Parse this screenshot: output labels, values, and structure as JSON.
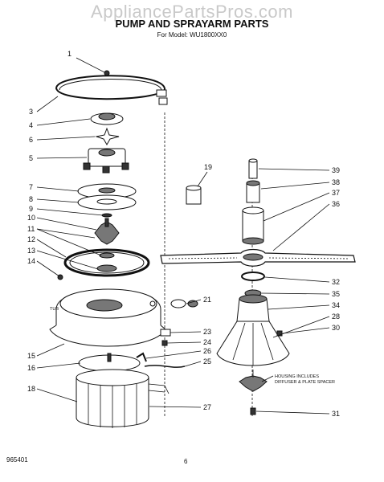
{
  "header": {
    "watermark": "AppliancePartsPros.com",
    "title": "PUMP AND SPRAYARM PARTS",
    "model": "For Model: WU1800XX0"
  },
  "labels": {
    "n1": "1",
    "n3": "3",
    "n4": "4",
    "n5": "5",
    "n6": "6",
    "n7": "7",
    "n8": "8",
    "n9": "9",
    "n10": "10",
    "n11": "11",
    "n12": "12",
    "n13": "13",
    "n14": "14",
    "n15": "15",
    "n16": "16",
    "n18": "18",
    "n19": "19",
    "n21": "21",
    "n23": "23",
    "n24": "24",
    "n25": "25",
    "n26": "26",
    "n27": "27",
    "n28": "28",
    "n30": "30",
    "n31": "31",
    "n32": "32",
    "n34": "34",
    "n35": "35",
    "n36": "36",
    "n37": "37",
    "n38": "38",
    "n39": "39"
  },
  "annotations": {
    "tub": "TUB",
    "housing_line1": "HOUSING INCLUDES",
    "housing_line2": "DIFFUSER & PLATE SPACER"
  },
  "footer": {
    "code": "965401",
    "page": "6"
  }
}
